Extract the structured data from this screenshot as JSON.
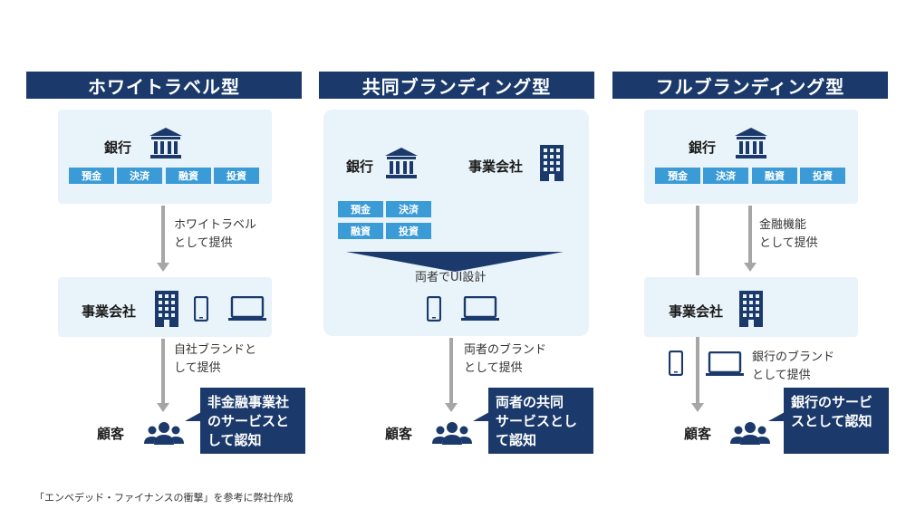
{
  "columns": [
    {
      "title": "ホワイトラベル型",
      "bank_label": "銀行",
      "services": [
        "預金",
        "決済",
        "融資",
        "投資"
      ],
      "arrow1_text": [
        "ホワイトラベル",
        "として提供"
      ],
      "company_label": "事業会社",
      "arrow2_text": [
        "自社ブランドと",
        "して提供"
      ],
      "customer_label": "顧客",
      "callout": [
        "非金融事業社",
        "のサービスと",
        "して認知"
      ]
    },
    {
      "title": "共同ブランディング型",
      "bank_label": "銀行",
      "company_label": "事業会社",
      "services": [
        "預金",
        "決済",
        "融資",
        "投資"
      ],
      "design_label": "両者でUI設計",
      "arrow2_text": [
        "両者のブランド",
        "として提供"
      ],
      "customer_label": "顧客",
      "callout": [
        "両者の共同",
        "サービスとし",
        "て認知"
      ]
    },
    {
      "title": "フルブランディング型",
      "bank_label": "銀行",
      "services": [
        "預金",
        "決済",
        "融資",
        "投資"
      ],
      "arrow1_text": [
        "金融機能",
        "として提供"
      ],
      "company_label": "事業会社",
      "arrow2_text": [
        "銀行のブランド",
        "として提供"
      ],
      "customer_label": "顧客",
      "callout": [
        "銀行のサービ",
        "スとして認知"
      ]
    }
  ],
  "caption": "「エンベデッド・ファイナンスの衝撃」を参考に弊社作成",
  "colors": {
    "navy": "#1b3a6b",
    "chip": "#3a9bd6",
    "panel": "#e9f3fa",
    "arrow": "#a6a6a6"
  }
}
